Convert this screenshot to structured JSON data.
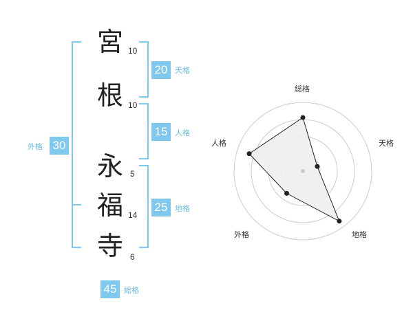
{
  "name_characters": [
    {
      "char": "宮",
      "strokes": "10"
    },
    {
      "char": "根",
      "strokes": "10"
    },
    {
      "char": "永",
      "strokes": "5"
    },
    {
      "char": "福",
      "strokes": "14"
    },
    {
      "char": "寺",
      "strokes": "6"
    }
  ],
  "fortunes": {
    "tenkaku": {
      "value": "20",
      "label": "天格"
    },
    "jinkaku": {
      "value": "15",
      "label": "人格"
    },
    "chikaku": {
      "value": "25",
      "label": "地格"
    },
    "gaikaku": {
      "value": "30",
      "label": "外格"
    },
    "soukaku": {
      "value": "45",
      "label": "総格"
    }
  },
  "colors": {
    "accent": "#7fc8ee",
    "box": "#7fc8ee",
    "tag_text": "#6cbbe6",
    "radar_fill": "#eeeeee",
    "radar_ring": "#cccccc",
    "radar_line": "#222222"
  },
  "chart_data": {
    "type": "radar",
    "axes": [
      "総格",
      "天格",
      "地格",
      "外格",
      "人格"
    ],
    "values": [
      0.78,
      0.22,
      0.9,
      0.4,
      0.82
    ],
    "range": [
      0,
      1
    ],
    "rings": 4
  }
}
